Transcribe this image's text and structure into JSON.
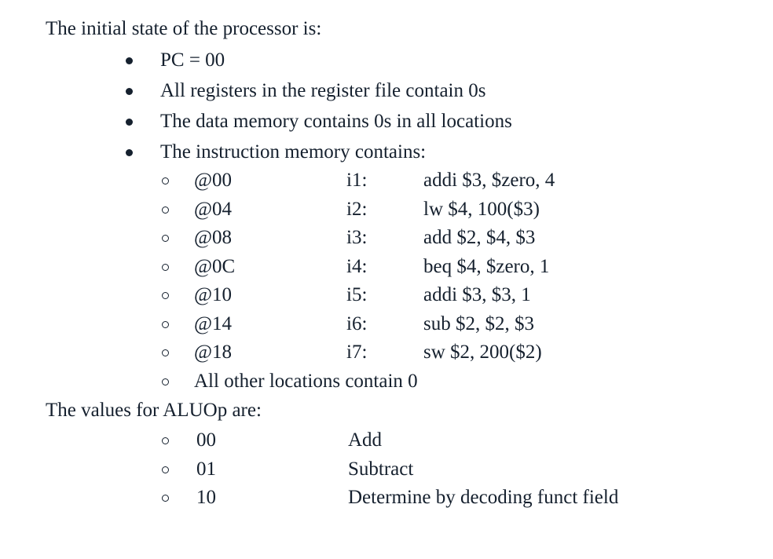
{
  "document": {
    "intro_heading": "The initial state of the processor is:",
    "aluop_heading": "The values for ALUOp are:",
    "text_color": "#15202e",
    "background_color": "#ffffff"
  },
  "state_bullets": [
    {
      "text": "PC = 00"
    },
    {
      "text": "All registers in the register file contain 0s"
    },
    {
      "text": "The data memory contains 0s in all locations"
    },
    {
      "text": "The instruction memory contains:"
    }
  ],
  "instruction_memory": {
    "rows": [
      {
        "address": "@00",
        "label": "i1:",
        "instruction": "addi $3, $zero, 4"
      },
      {
        "address": "@04",
        "label": "i2:",
        "instruction": "lw $4, 100($3)"
      },
      {
        "address": "@08",
        "label": "i3:",
        "instruction": "add $2, $4, $3"
      },
      {
        "address": "@0C",
        "label": "i4:",
        "instruction": "beq $4, $zero, 1"
      },
      {
        "address": "@10",
        "label": "i5:",
        "instruction": "addi $3, $3, 1"
      },
      {
        "address": "@14",
        "label": "i6:",
        "instruction": "sub $2, $2, $3"
      },
      {
        "address": "@18",
        "label": "i7:",
        "instruction": "sw $2, 200($2)"
      }
    ],
    "footer": "All other locations contain 0"
  },
  "aluop_table": {
    "rows": [
      {
        "code": "00",
        "description": "Add"
      },
      {
        "code": "01",
        "description": "Subtract"
      },
      {
        "code": "10",
        "description": "Determine by decoding funct field"
      }
    ]
  }
}
